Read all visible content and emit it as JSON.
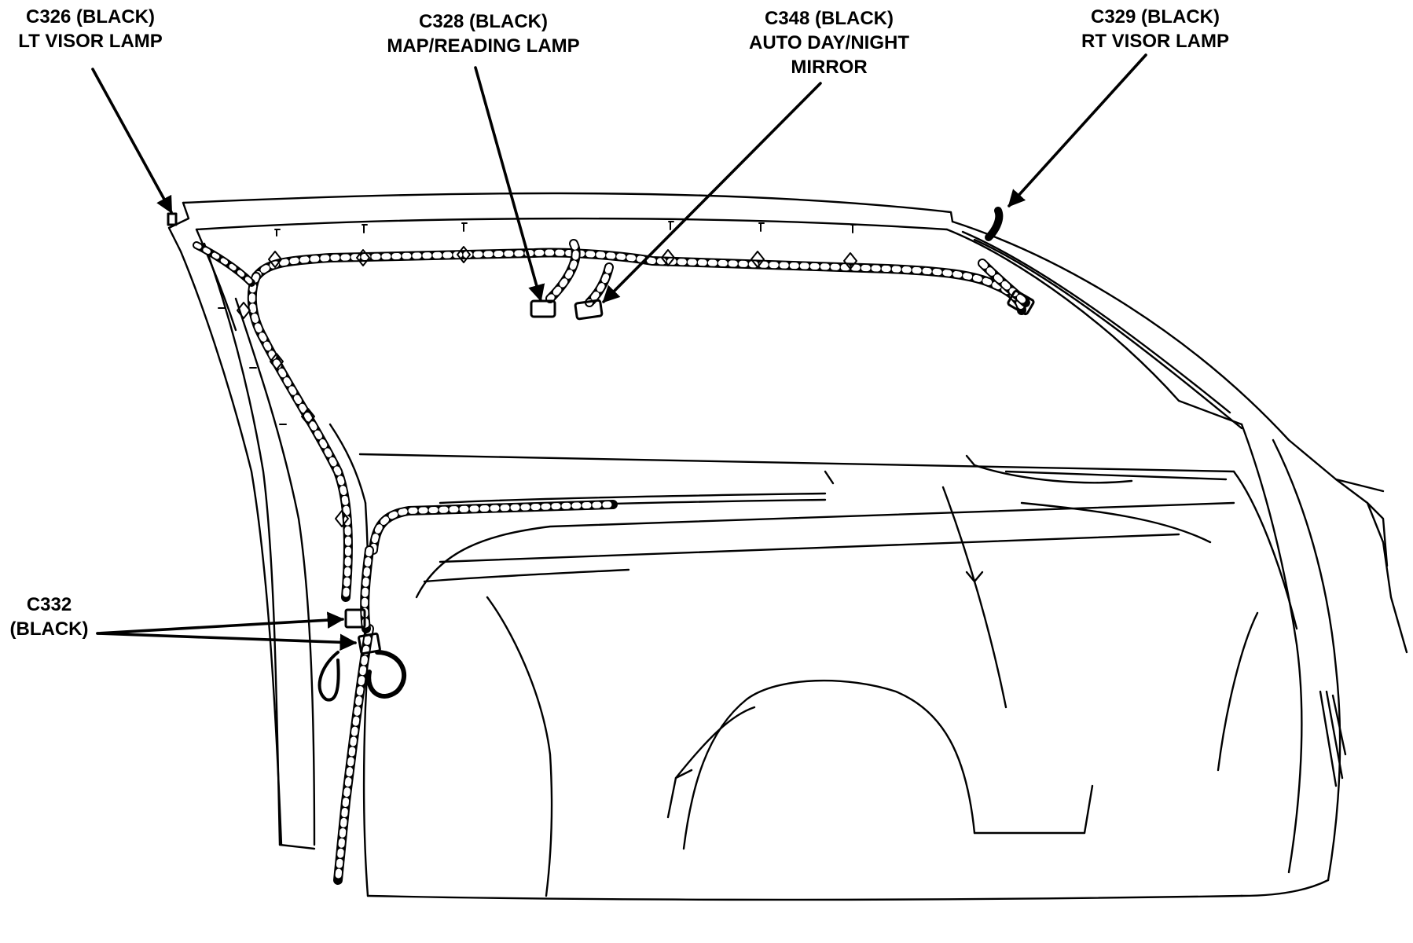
{
  "callouts": {
    "c326": {
      "code": "C326 (BLACK)",
      "desc": "LT VISOR LAMP"
    },
    "c328": {
      "code": "C328 (BLACK)",
      "desc": "MAP/READING LAMP"
    },
    "c348": {
      "code": "C348 (BLACK)",
      "desc": "AUTO DAY/NIGHT",
      "desc2": "MIRROR"
    },
    "c329": {
      "code": "C329 (BLACK)",
      "desc": "RT VISOR LAMP"
    },
    "c332": {
      "code": "C332",
      "desc": "(BLACK)"
    }
  },
  "colors": {
    "ink": "#000000",
    "paper": "#ffffff"
  }
}
